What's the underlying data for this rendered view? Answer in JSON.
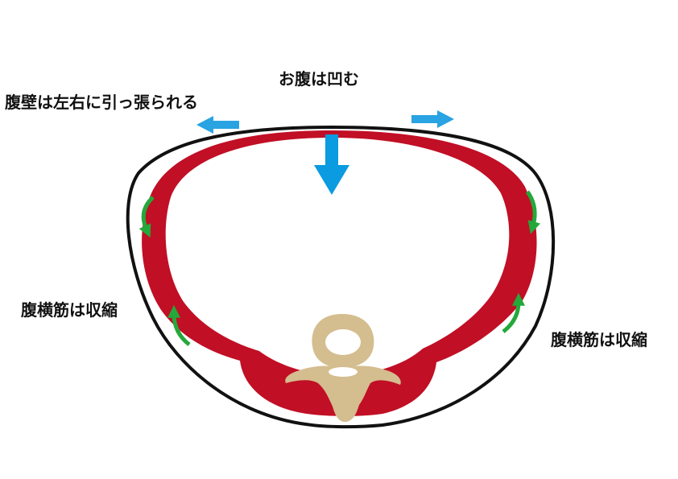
{
  "labels": {
    "belly": "お腹は凹む",
    "wall": "腹壁は左右に引っ張られる",
    "muscle_left": "腹横筋は収縮",
    "muscle_right": "腹横筋は収縮"
  },
  "colors": {
    "outline": "#111111",
    "muscle": "#c10f25",
    "bone": "#d4bd8f",
    "arrow_blue": "#0a9be0",
    "arrow_green": "#24a83a",
    "background": "#ffffff"
  },
  "icons": [
    "arrow-down-icon",
    "arrow-left-icon",
    "arrow-right-icon",
    "curved-arrow-icon",
    "vertebra-icon"
  ]
}
